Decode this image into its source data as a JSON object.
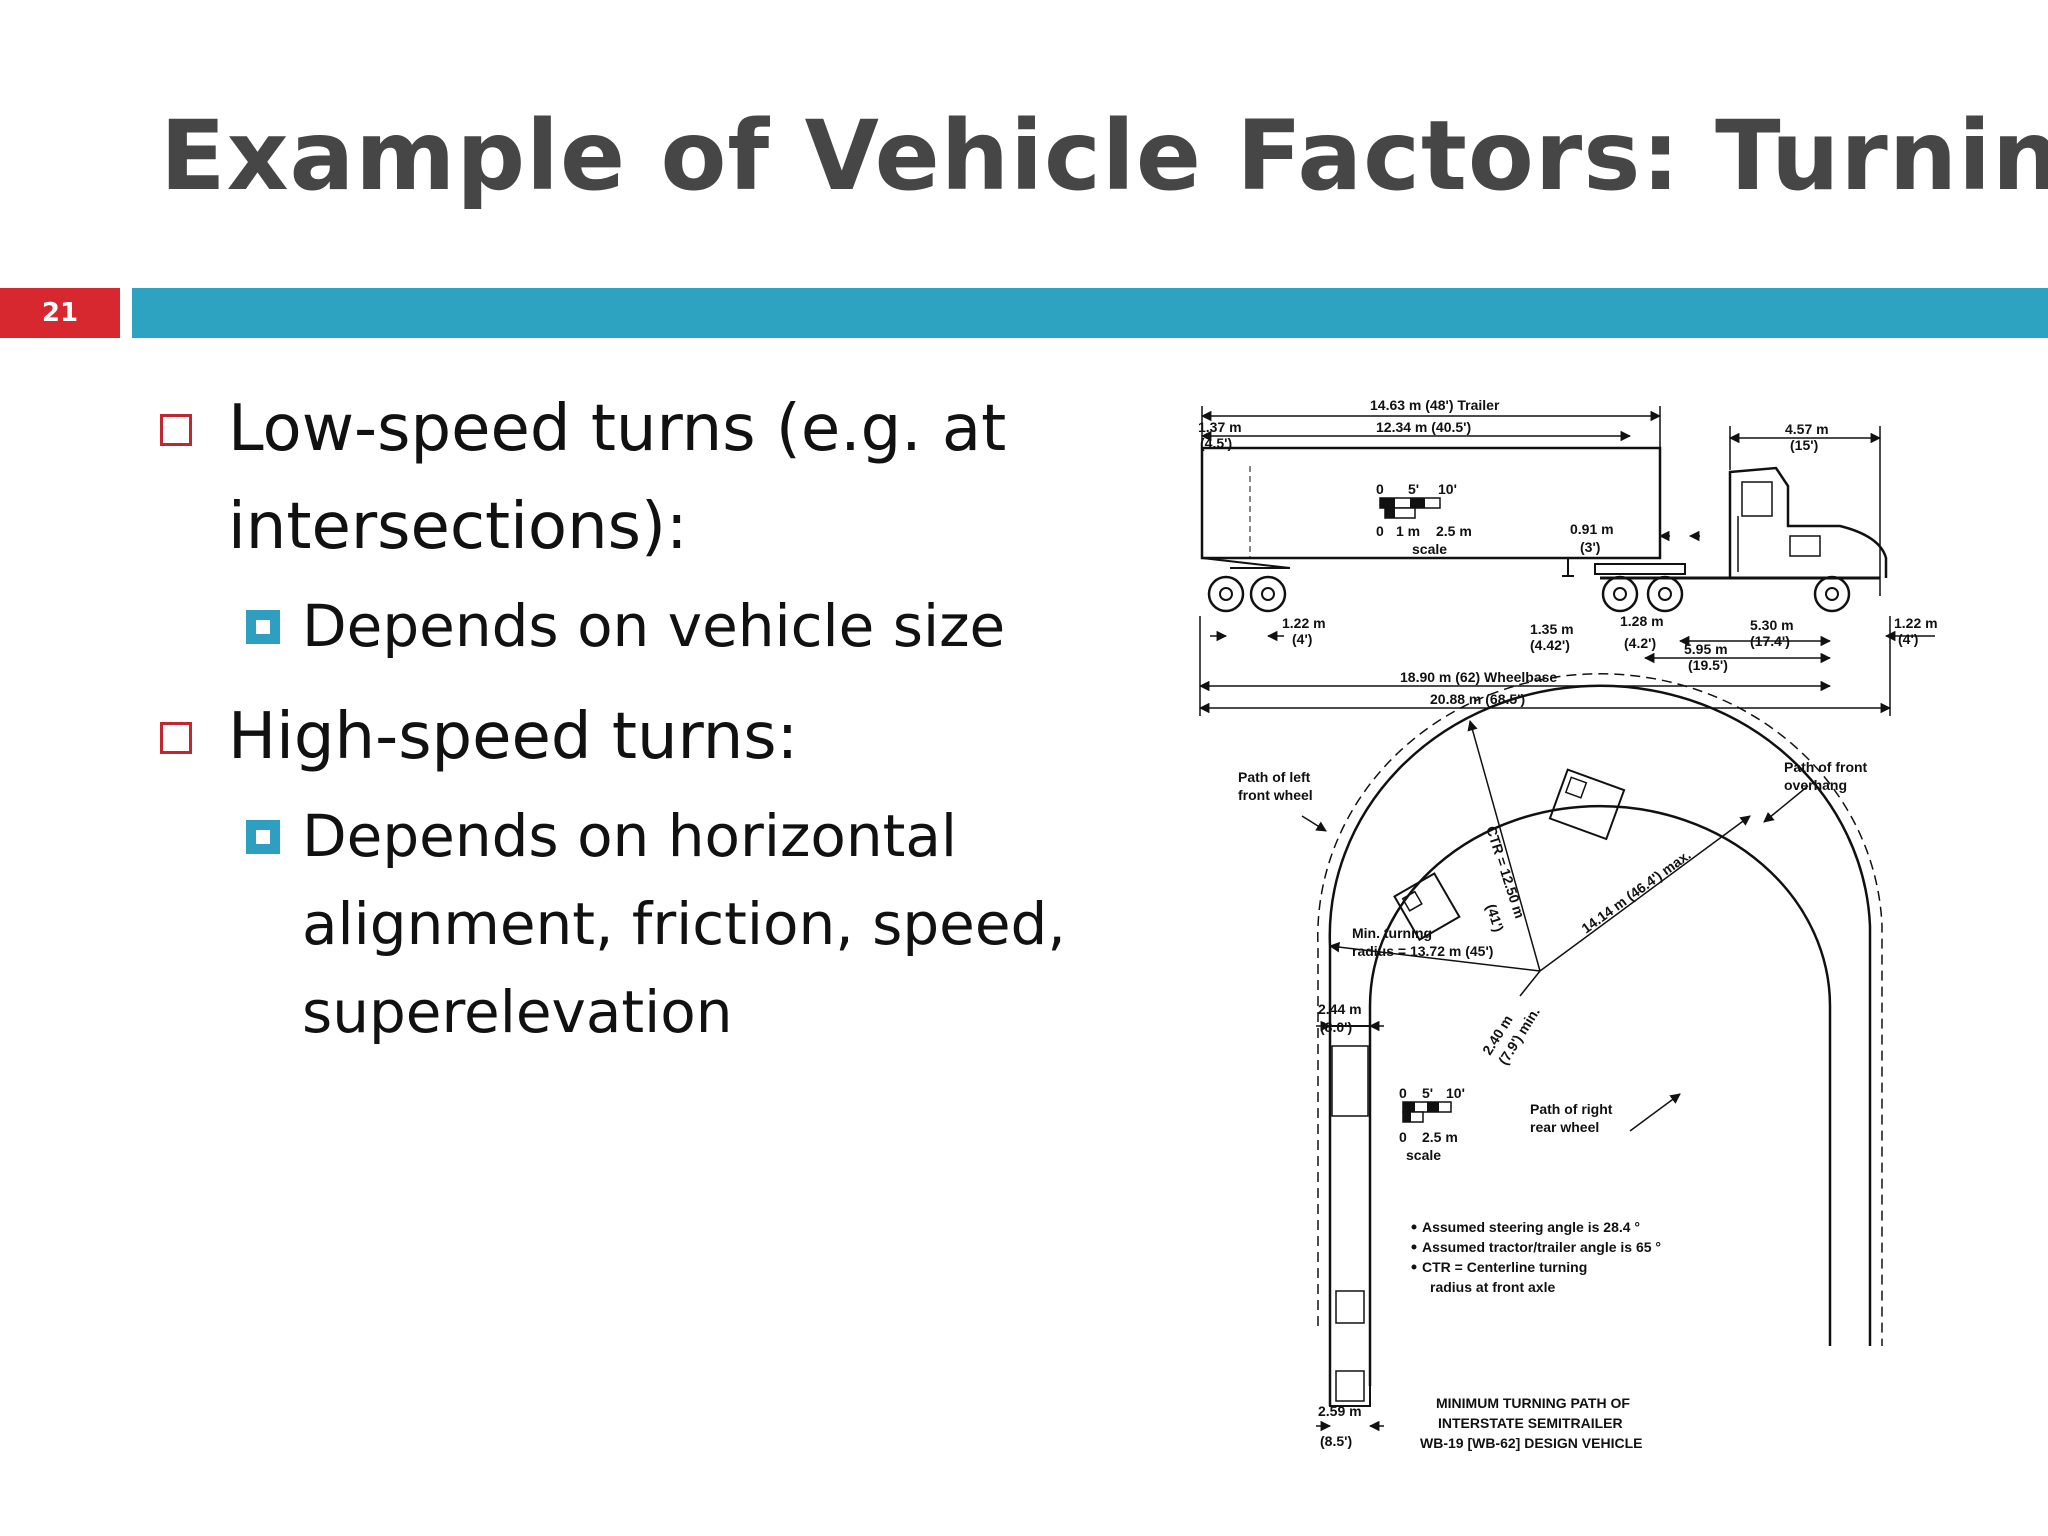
{
  "slide": {
    "title": "Example of Vehicle Factors: Turning",
    "number": "21",
    "accent_red": "#d7282f",
    "accent_blue": "#2ea3c1"
  },
  "bullets": [
    {
      "text": "Low-speed turns (e.g. at intersections):",
      "sub": [
        "Depends on vehicle size"
      ]
    },
    {
      "text": "High-speed turns:",
      "sub": [
        "Depends on horizontal alignment, friction, speed, superelevation"
      ]
    }
  ],
  "diagram": {
    "dims": {
      "trailer": "14.63 m (48') Trailer",
      "trailer_inner": "12.34 m (40.5')",
      "front_overhang_left": "1.37 m",
      "front_overhang_left_ft": "(4.5')",
      "cab": "4.57 m",
      "cab_ft": "(15')",
      "kingpin": "0.91 m",
      "kingpin_ft": "(3')",
      "rear_overhang": "1.22 m",
      "rear_overhang_ft": "(4')",
      "d135": "1.35 m",
      "d135_ft": "(4.42')",
      "d128": "1.28 m",
      "d128_ft": "(4.2')",
      "d595": "5.95 m",
      "d595_ft": "(19.5')",
      "d530": "5.30 m",
      "d530_ft": "(17.4')",
      "front_end": "1.22 m",
      "front_end_ft": "(4')",
      "wheelbase": "18.90 m (62) Wheelbase",
      "overall": "20.88 m (68.5')"
    },
    "scale_top": {
      "s0": "0",
      "s5": "5'",
      "s10": "10'",
      "m0": "0",
      "m1": "1 m",
      "m25": "2.5 m",
      "label": "scale"
    },
    "scale_bottom": {
      "s0": "0",
      "s5": "5'",
      "s10": "10'",
      "m0": "0",
      "m25": "2.5 m",
      "label": "scale"
    },
    "labels": {
      "left_front_1": "Path of left",
      "left_front_2": "front wheel",
      "front_overhang_1": "Path of front",
      "front_overhang_2": "overhang",
      "right_rear_1": "Path of right",
      "right_rear_2": "rear wheel",
      "ctr": "CTR = 12.50 m",
      "ctr_ft": "(41')",
      "max_radius": "14.14 m (46.4') max.",
      "min_radius_1": "Min. turning",
      "min_radius_2": "radius = 13.72 m  (45')",
      "min_width": "2.40 m",
      "min_width_ft": "(7.9') min.",
      "width_top": "2.44 m",
      "width_top_ft": "(8.0')",
      "width_bottom": "2.59 m",
      "width_bottom_ft": "(8.5')"
    },
    "notes": [
      "Assumed steering angle is 28.4 °",
      "Assumed tractor/trailer angle is 65 °",
      "CTR = Centerline turning",
      "radius at front axle"
    ],
    "caption": [
      "MINIMUM TURNING PATH OF",
      "INTERSTATE SEMITRAILER",
      "WB-19 [WB-62] DESIGN VEHICLE"
    ]
  }
}
